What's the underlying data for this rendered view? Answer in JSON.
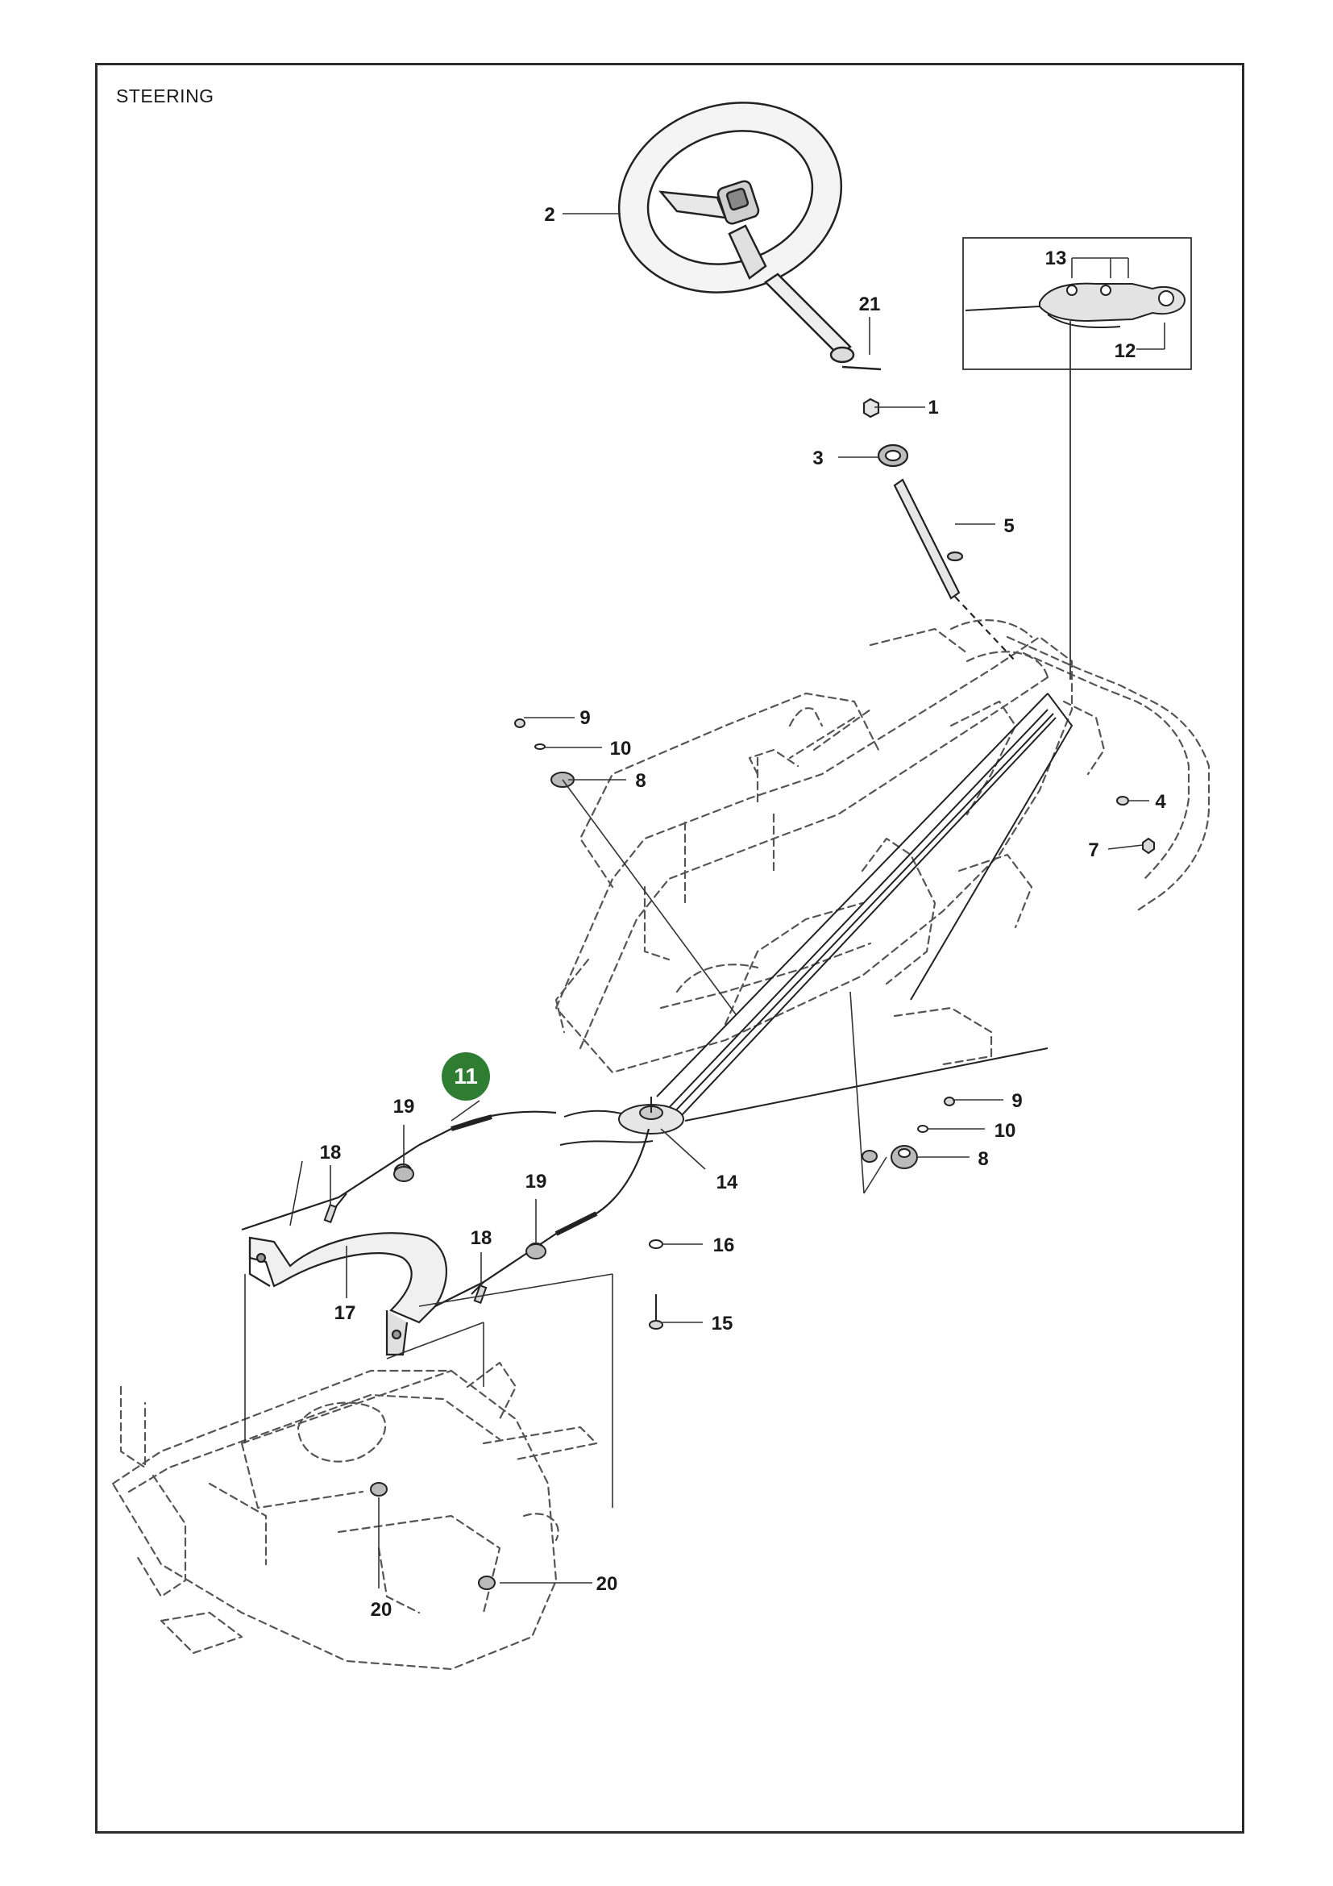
{
  "diagram": {
    "title": "STEERING",
    "highlight_color": "#2e7d32",
    "line_color": "#333333",
    "callouts": [
      {
        "id": "1",
        "label": "1"
      },
      {
        "id": "2",
        "label": "2"
      },
      {
        "id": "3",
        "label": "3"
      },
      {
        "id": "4",
        "label": "4"
      },
      {
        "id": "5",
        "label": "5"
      },
      {
        "id": "7",
        "label": "7"
      },
      {
        "id": "8a",
        "label": "8"
      },
      {
        "id": "8b",
        "label": "8"
      },
      {
        "id": "9a",
        "label": "9"
      },
      {
        "id": "9b",
        "label": "9"
      },
      {
        "id": "10a",
        "label": "10"
      },
      {
        "id": "10b",
        "label": "10"
      },
      {
        "id": "11",
        "label": "11",
        "highlighted": true
      },
      {
        "id": "12",
        "label": "12"
      },
      {
        "id": "13",
        "label": "13"
      },
      {
        "id": "14",
        "label": "14"
      },
      {
        "id": "15",
        "label": "15"
      },
      {
        "id": "16",
        "label": "16"
      },
      {
        "id": "17",
        "label": "17"
      },
      {
        "id": "18a",
        "label": "18"
      },
      {
        "id": "18b",
        "label": "18"
      },
      {
        "id": "19a",
        "label": "19"
      },
      {
        "id": "19b",
        "label": "19"
      },
      {
        "id": "20a",
        "label": "20"
      },
      {
        "id": "20b",
        "label": "20"
      },
      {
        "id": "21",
        "label": "21"
      }
    ]
  }
}
